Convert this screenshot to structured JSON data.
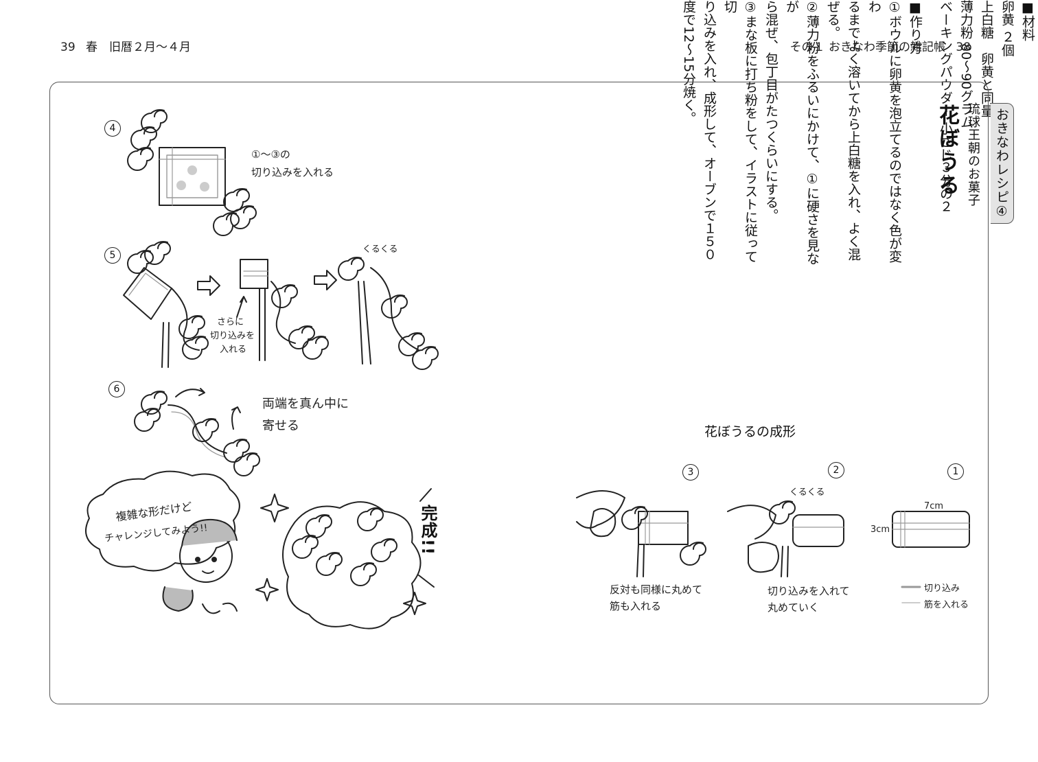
{
  "header": {
    "left_page": "39",
    "left_title": "春　旧暦２月〜４月",
    "right_title": "その１ おきなわ季節の雑記帳",
    "right_page": "38"
  },
  "side_tab": "おきなわレシピ④",
  "recipe": {
    "subtitle": "琉球王朝のお菓子",
    "title": "花ぼうる",
    "lines": [
      "■材料",
      "卵黄 ２個",
      "上白糖　卵黄と同量",
      "薄力粉 80〜90グラム",
      "ベーキングパウダー 小さじ３分の２",
      "",
      "■作り方",
      "①ボウルに卵黄を泡立てるのではなく色が変わ",
      "るまでよく溶いてから上白糖を入れ、よく混",
      "ぜる。",
      "②薄力粉をふるいにかけて、①に硬さを見なが",
      "ら混ぜ、包丁目がたつくらいにする。",
      "③まな板に打ち粉をして、イラストに従って切",
      "り込みを入れ、成形して、オーブンで１５０",
      "度で12〜15分焼く。"
    ]
  },
  "illustration_left": {
    "step4_num": "4",
    "step4_note_line1": "①〜③の",
    "step4_note_line2": "切り込みを入れる",
    "step5_num": "5",
    "step5_note_line1": "さらに",
    "step5_note_line2": "切り込みを",
    "step5_note_line3": "入れる",
    "kurukuru": "くるくる",
    "step6_num": "6",
    "step6_note_line1": "両端を真ん中に",
    "step6_note_line2": "寄せる",
    "speech_line1": "複雑な形だけど",
    "speech_line2": "チャレンジしてみよう!!",
    "done": "完成!!"
  },
  "illustration_right": {
    "caption": "花ぼうるの成形",
    "num3": "3",
    "num2": "2",
    "num1": "1",
    "note3_line1": "反対も同様に丸めて",
    "note3_line2": "筋も入れる",
    "kurukuru": "くるくる",
    "note2_line1": "切り込みを入れて",
    "note2_line2": "丸めていく",
    "dim_w": "7cm",
    "dim_h": "3cm",
    "legend_cut": "切り込み",
    "legend_line": "筋を入れる"
  }
}
